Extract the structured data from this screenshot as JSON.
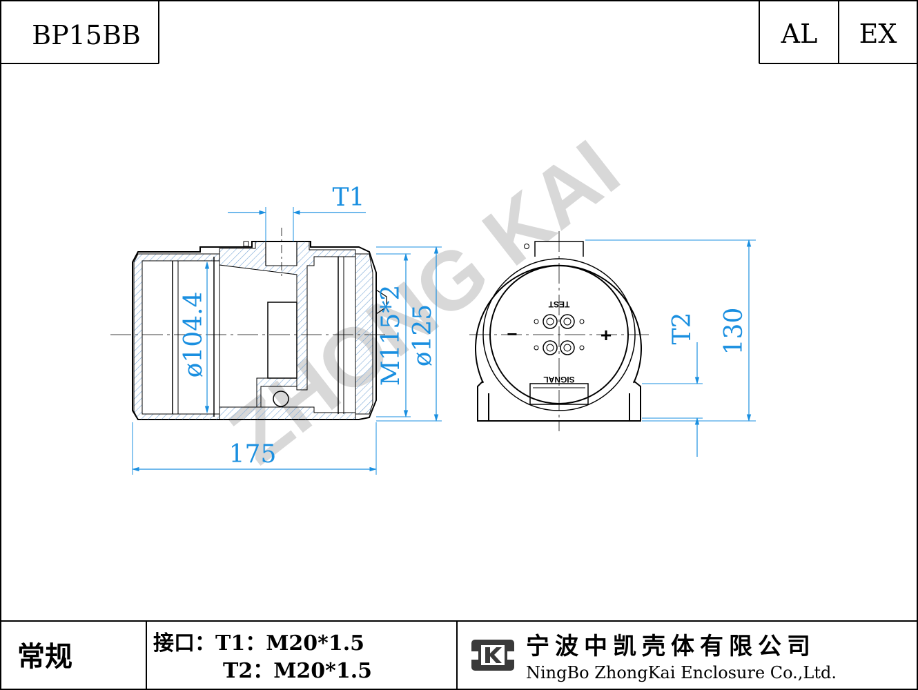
{
  "header": {
    "model": "BP15BB",
    "material": "AL",
    "rating": "EX"
  },
  "watermark": "ZHONG KAI",
  "drawing": {
    "side_view": {
      "top_dim_label": "T1",
      "inner_diameter": "ø104.4",
      "thread": "M115*2",
      "outer_diameter": "ø125",
      "length": "175"
    },
    "front_view": {
      "test_label": "TEST",
      "signal_label": "SIGNAL",
      "minus_sign": "−",
      "plus_sign": "+",
      "port_dim_label": "T2",
      "height": "130"
    }
  },
  "footer": {
    "category": "常规",
    "ports_label": "接口：T1：M20*1.5",
    "port_t2": "T2：M20*1.5",
    "company_cn": "宁波中凯壳体有限公司",
    "company_en": "NingBo ZhongKai Enclosure Co.,Ltd."
  },
  "colors": {
    "dimension": "#1a8fe0",
    "line": "#000000",
    "hatch": "#7aa7d6",
    "watermark": "#b8b8b8"
  }
}
